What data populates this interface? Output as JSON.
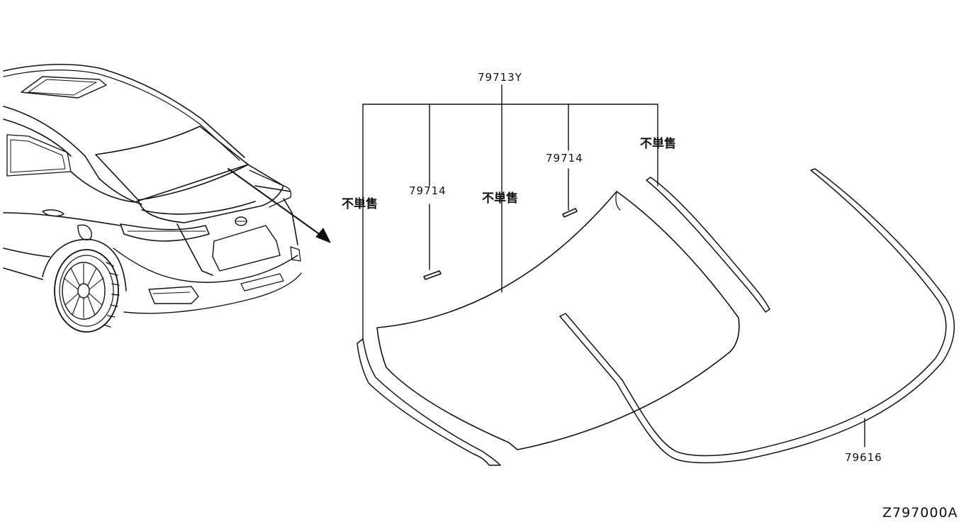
{
  "parts": {
    "clip_set": "79713Y",
    "clip_left": "79714",
    "clip_right": "79714",
    "molding": "79616"
  },
  "notes": {
    "not_sold_left": "不単售",
    "not_sold_center": "不単售",
    "not_sold_right": "不単售"
  },
  "diagram_code": "Z797000A",
  "colors": {
    "line": "#111111",
    "background": "#ffffff"
  }
}
